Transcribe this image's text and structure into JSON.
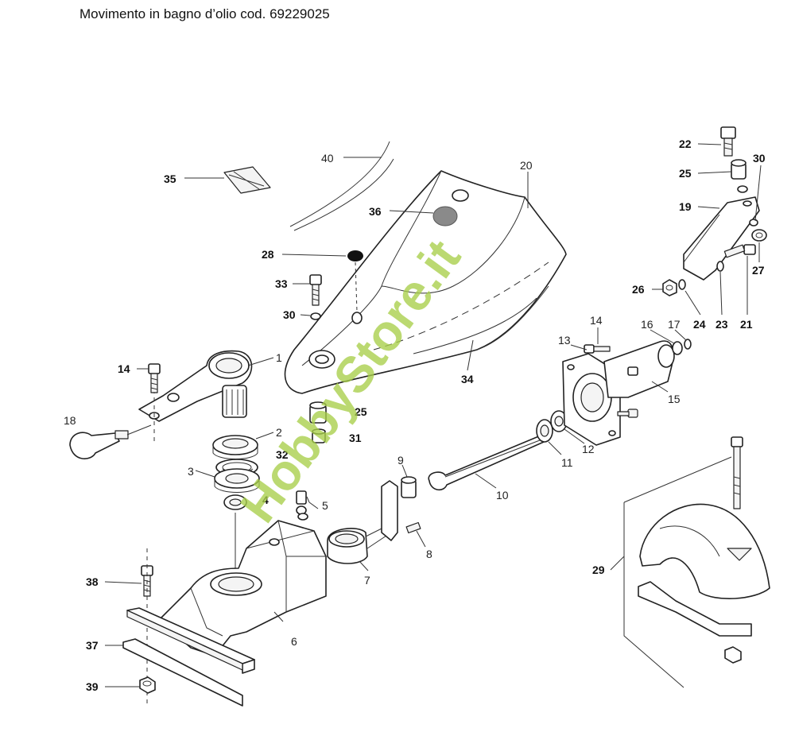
{
  "title": "Movimento in bagno d’olio cod. 69229025",
  "watermark": "HobbyStore.it",
  "colors": {
    "watermark": "#a8cf4a",
    "line": "#222222"
  },
  "labels": {
    "l1": "1",
    "l2": "2",
    "l3": "3",
    "l4": "4",
    "l5": "5",
    "l6": "6",
    "l7": "7",
    "l8": "8",
    "l9": "9",
    "l10": "10",
    "l11": "11",
    "l12": "12",
    "l13": "13",
    "l14a": "14",
    "l14b": "14",
    "l15": "15",
    "l16": "16",
    "l17": "17",
    "l18": "18",
    "l19": "19",
    "l20": "20",
    "l21": "21",
    "l22": "22",
    "l23": "23",
    "l24": "24",
    "l25a": "25",
    "l25b": "25",
    "l26": "26",
    "l27": "27",
    "l28": "28",
    "l29": "29",
    "l30a": "30",
    "l30b": "30",
    "l31": "31",
    "l32": "32",
    "l33": "33",
    "l34": "34",
    "l35": "35",
    "l36": "36",
    "l37": "37",
    "l38": "38",
    "l39": "39",
    "l40": "40"
  }
}
